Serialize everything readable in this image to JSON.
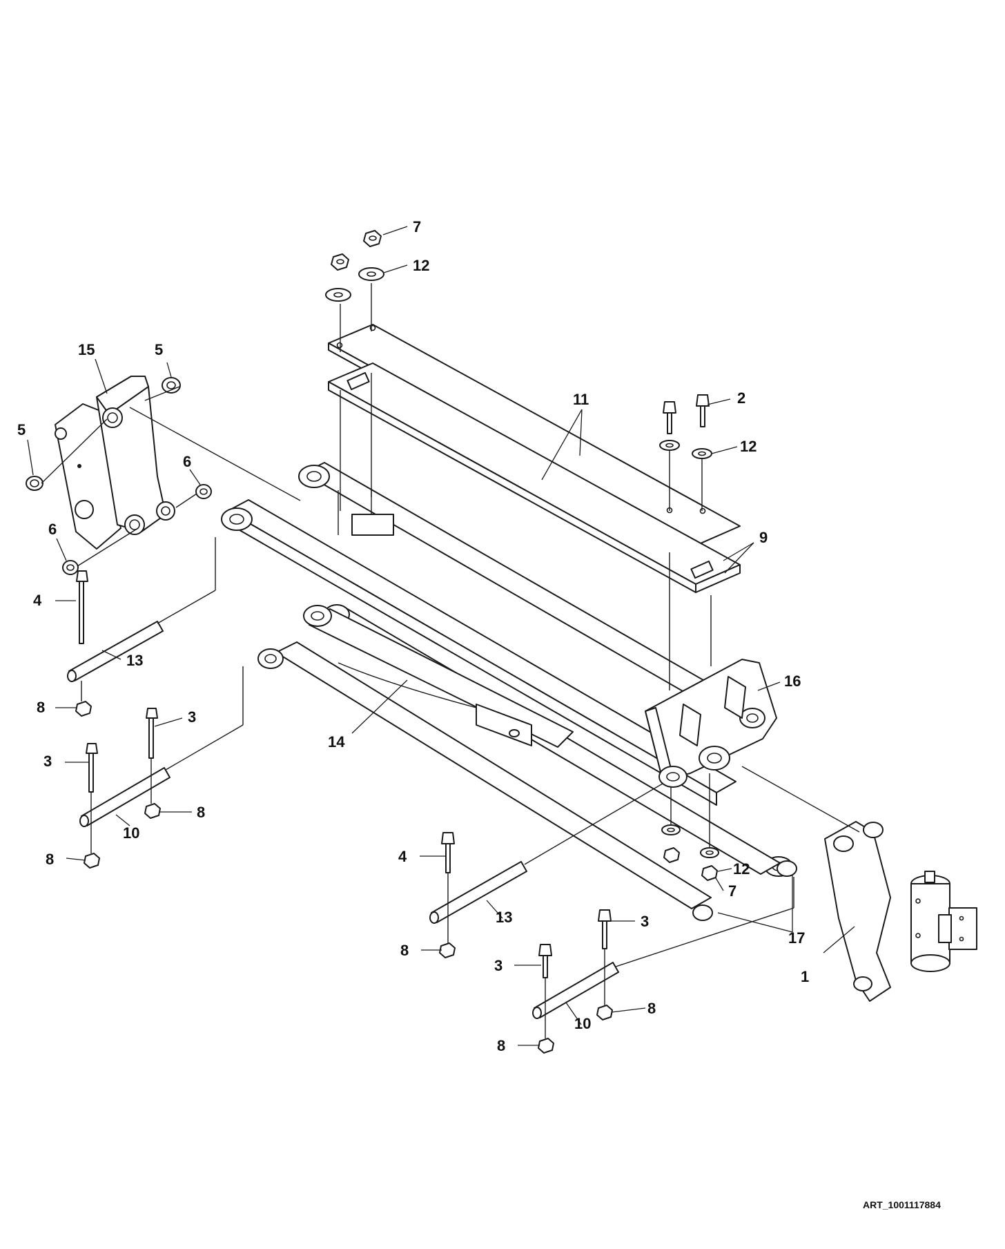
{
  "callouts": [
    {
      "id": "c7a",
      "text": "7"
    },
    {
      "id": "c12a",
      "text": "12"
    },
    {
      "id": "c15",
      "text": "15"
    },
    {
      "id": "c5a",
      "text": "5"
    },
    {
      "id": "c5b",
      "text": "5"
    },
    {
      "id": "c11",
      "text": "11"
    },
    {
      "id": "c2",
      "text": "2"
    },
    {
      "id": "c12b",
      "text": "12"
    },
    {
      "id": "c6a",
      "text": "6"
    },
    {
      "id": "c6b",
      "text": "6"
    },
    {
      "id": "c9",
      "text": "9"
    },
    {
      "id": "c4a",
      "text": "4"
    },
    {
      "id": "c13a",
      "text": "13"
    },
    {
      "id": "c16",
      "text": "16"
    },
    {
      "id": "c8a",
      "text": "8"
    },
    {
      "id": "c3a",
      "text": "3"
    },
    {
      "id": "c14",
      "text": "14"
    },
    {
      "id": "c3b",
      "text": "3"
    },
    {
      "id": "c8b",
      "text": "8"
    },
    {
      "id": "c10a",
      "text": "10"
    },
    {
      "id": "c8c",
      "text": "8"
    },
    {
      "id": "c4b",
      "text": "4"
    },
    {
      "id": "c12c",
      "text": "12"
    },
    {
      "id": "c7b",
      "text": "7"
    },
    {
      "id": "c13b",
      "text": "13"
    },
    {
      "id": "c3c",
      "text": "3"
    },
    {
      "id": "c17",
      "text": "17"
    },
    {
      "id": "c8d",
      "text": "8"
    },
    {
      "id": "c3d",
      "text": "3"
    },
    {
      "id": "c1",
      "text": "1"
    },
    {
      "id": "c8e",
      "text": "8"
    },
    {
      "id": "c10b",
      "text": "10"
    },
    {
      "id": "c8f",
      "text": "8"
    }
  ],
  "art_reference": "ART_1001117884"
}
